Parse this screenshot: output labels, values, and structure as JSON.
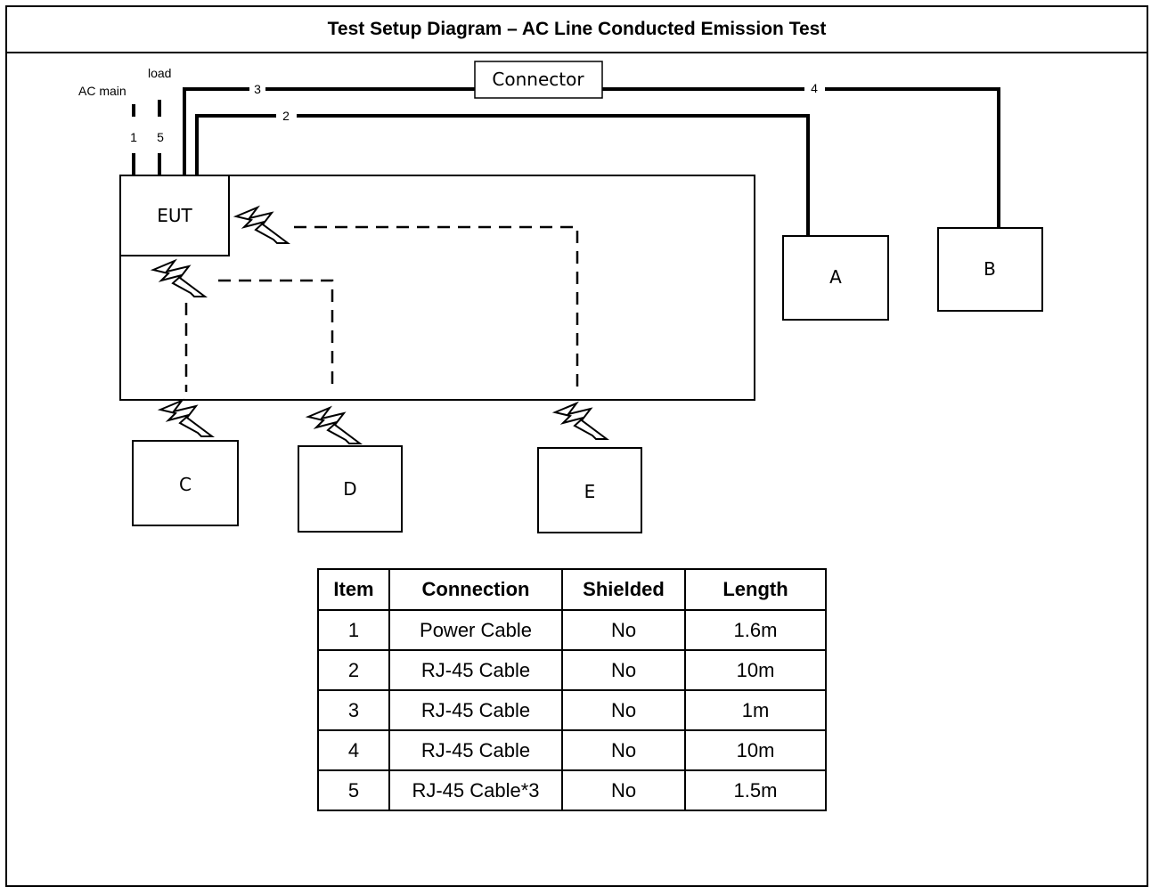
{
  "title": "Test Setup Diagram – AC Line Conducted Emission Test",
  "diagram": {
    "labels": {
      "ac_main": "AC main",
      "load": "load",
      "eut": "EUT",
      "connector": "Connector",
      "line_numbers": [
        "1",
        "5",
        "3",
        "2",
        "4"
      ]
    },
    "devices": [
      "A",
      "B",
      "C",
      "D",
      "E"
    ]
  },
  "table": {
    "headers": [
      "Item",
      "Connection",
      "Shielded",
      "Length"
    ],
    "rows": [
      [
        "1",
        "Power Cable",
        "No",
        "1.6m"
      ],
      [
        "2",
        "RJ-45 Cable",
        "No",
        "10m"
      ],
      [
        "3",
        "RJ-45 Cable",
        "No",
        "1m"
      ],
      [
        "4",
        "RJ-45 Cable",
        "No",
        "10m"
      ],
      [
        "5",
        "RJ-45 Cable*3",
        "No",
        "1.5m"
      ]
    ]
  }
}
